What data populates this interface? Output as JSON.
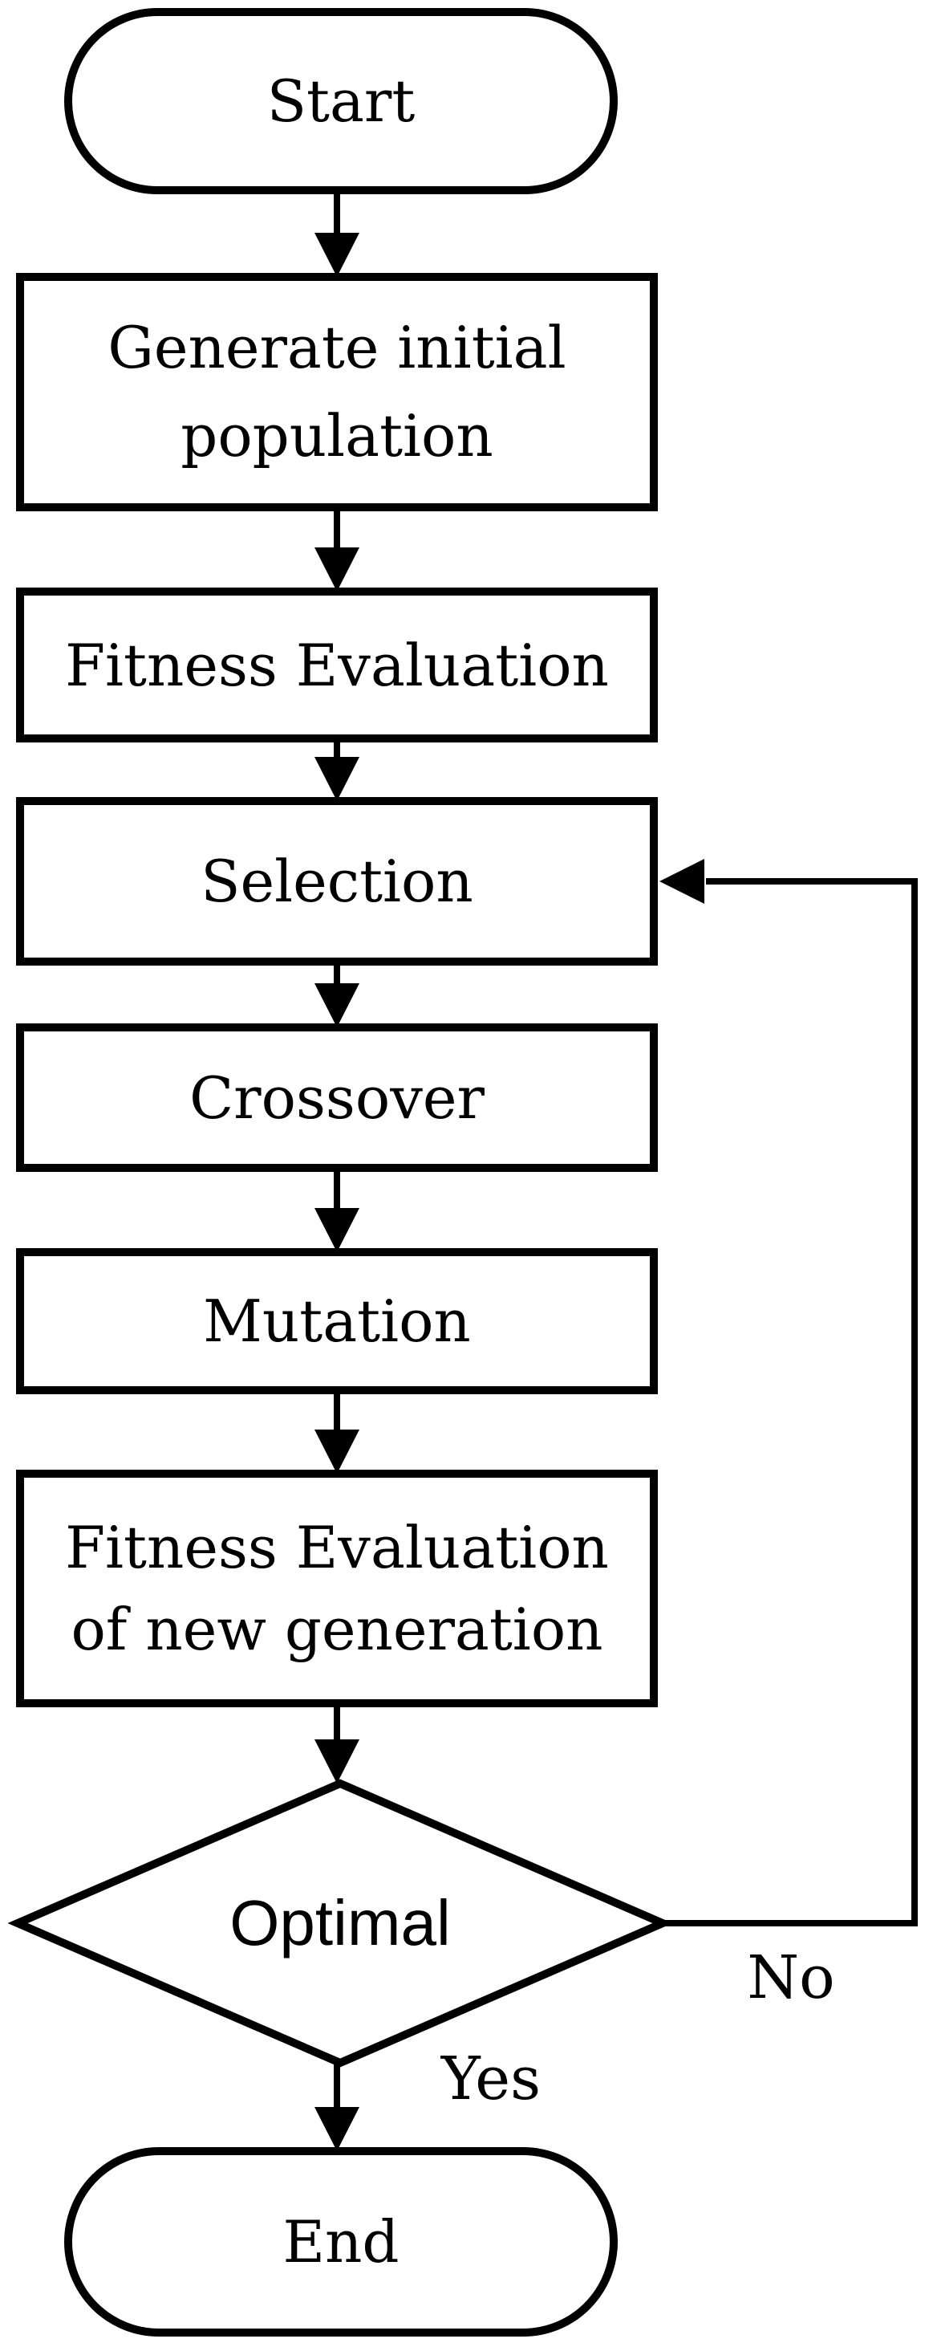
{
  "figure": {
    "type": "flowchart",
    "subject": "Genetic algorithm flow diagram",
    "background_color": "#ffffff",
    "line_color": "#000000",
    "fill_color": "#ffffff",
    "nodes": {
      "start": {
        "shape": "terminator",
        "label": "Start"
      },
      "generate_initial_population": {
        "shape": "process",
        "line1": "Generate initial",
        "line2": "population"
      },
      "fitness_evaluation": {
        "shape": "process",
        "label": "Fitness Evaluation"
      },
      "selection": {
        "shape": "process",
        "label": "Selection"
      },
      "crossover": {
        "shape": "process",
        "label": "Crossover"
      },
      "mutation": {
        "shape": "process",
        "label": "Mutation"
      },
      "fitness_evaluation_new_generation": {
        "shape": "process",
        "line1": "Fitness Evaluation",
        "line2": "of new generation"
      },
      "optimal": {
        "shape": "decision",
        "label": "Optimal"
      },
      "end": {
        "shape": "terminator",
        "label": "End"
      }
    },
    "edge_labels": {
      "yes": "Yes",
      "no": "No"
    }
  }
}
